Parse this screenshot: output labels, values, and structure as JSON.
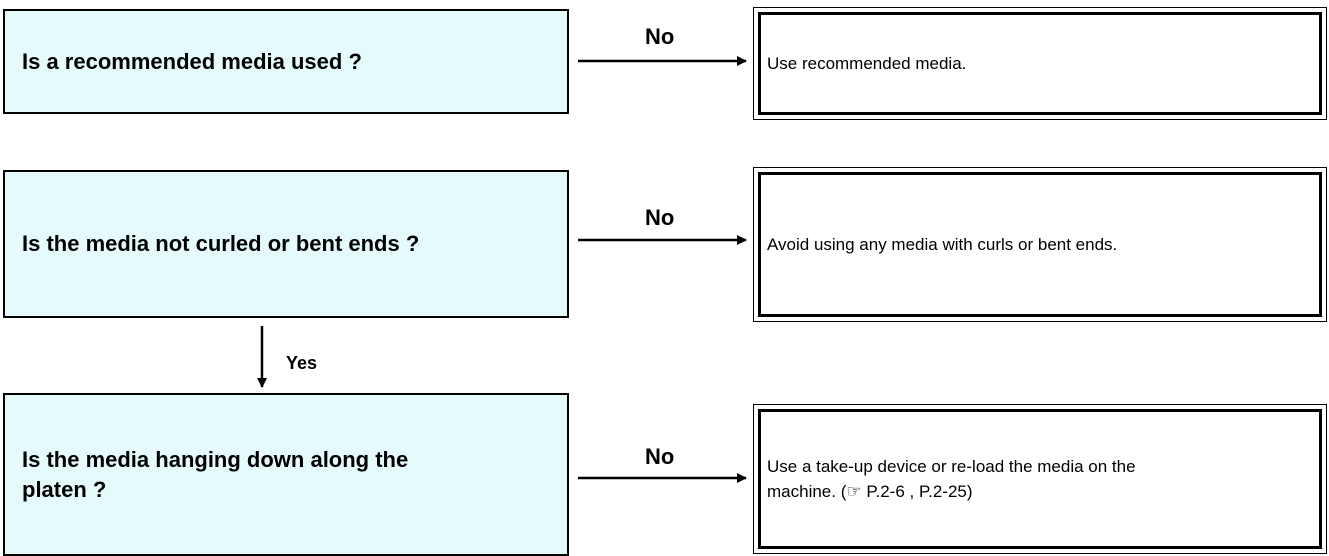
{
  "questions": [
    {
      "text": "Is a recommended media used ?"
    },
    {
      "text": "Is the media not curled or bent ends ?"
    },
    {
      "text": "Is the media hanging down along the platen ?"
    }
  ],
  "answers": [
    {
      "text": "Use recommended media."
    },
    {
      "text": "Avoid using any media with curls or bent ends."
    },
    {
      "text_line1": "Use a take-up device or re-load the media on the",
      "text_line2_prefix": "machine. (",
      "ref_icon": "pointing-hand-icon",
      "ref_text": "P.2-6 , P.2-25)"
    }
  ],
  "branch_labels": {
    "no": "No",
    "yes": "Yes"
  }
}
